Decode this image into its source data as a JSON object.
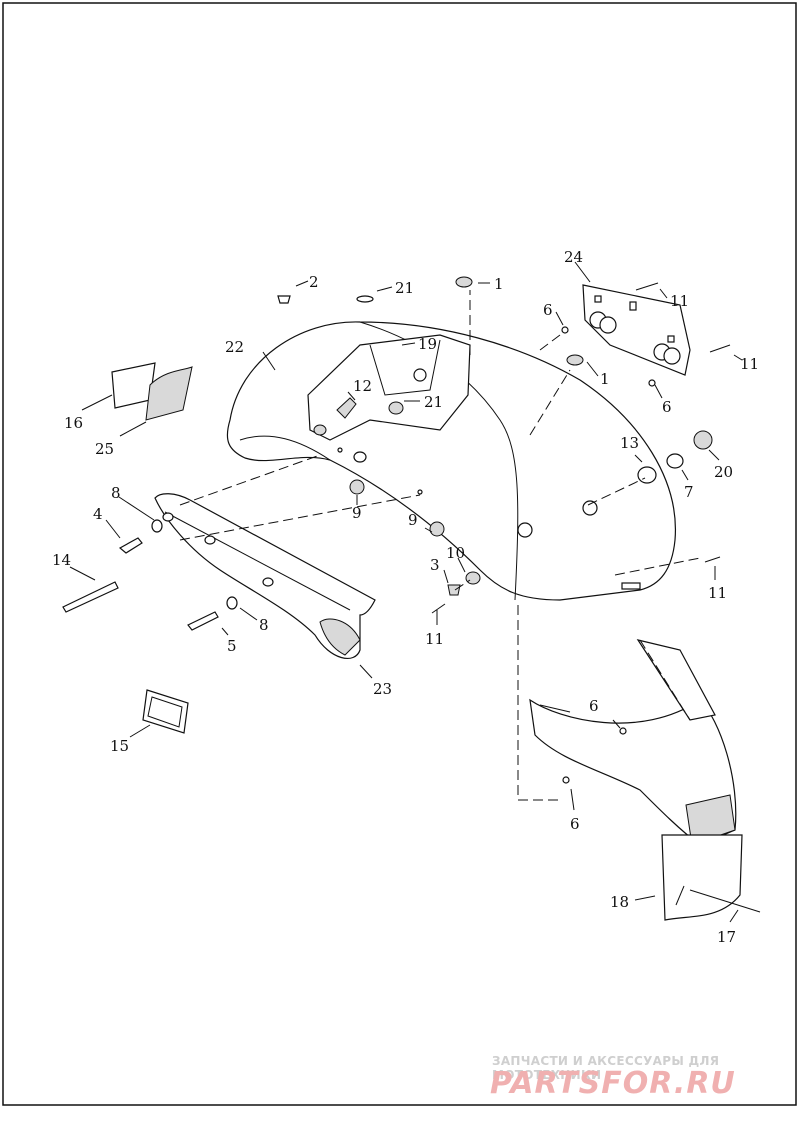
{
  "diagram": {
    "callouts": [
      {
        "id": "c1a",
        "text": "1"
      },
      {
        "id": "c1b",
        "text": "1"
      },
      {
        "id": "c2",
        "text": "2"
      },
      {
        "id": "c3",
        "text": "3"
      },
      {
        "id": "c4",
        "text": "4"
      },
      {
        "id": "c5",
        "text": "5"
      },
      {
        "id": "c6a",
        "text": "6"
      },
      {
        "id": "c6b",
        "text": "6"
      },
      {
        "id": "c6c",
        "text": "6"
      },
      {
        "id": "c6d",
        "text": "6"
      },
      {
        "id": "c7",
        "text": "7"
      },
      {
        "id": "c8a",
        "text": "8"
      },
      {
        "id": "c8b",
        "text": "8"
      },
      {
        "id": "c9a",
        "text": "9"
      },
      {
        "id": "c9b",
        "text": "9"
      },
      {
        "id": "c10",
        "text": "10"
      },
      {
        "id": "c11a",
        "text": "11"
      },
      {
        "id": "c11b",
        "text": "11"
      },
      {
        "id": "c11c",
        "text": "11"
      },
      {
        "id": "c11d",
        "text": "11"
      },
      {
        "id": "c12",
        "text": "12"
      },
      {
        "id": "c13",
        "text": "13"
      },
      {
        "id": "c14",
        "text": "14"
      },
      {
        "id": "c15",
        "text": "15"
      },
      {
        "id": "c16",
        "text": "16"
      },
      {
        "id": "c17",
        "text": "17"
      },
      {
        "id": "c18",
        "text": "18"
      },
      {
        "id": "c19",
        "text": "19"
      },
      {
        "id": "c20",
        "text": "20"
      },
      {
        "id": "c21a",
        "text": "21"
      },
      {
        "id": "c21b",
        "text": "21"
      },
      {
        "id": "c22",
        "text": "22"
      },
      {
        "id": "c23",
        "text": "23"
      },
      {
        "id": "c24",
        "text": "24"
      },
      {
        "id": "c25",
        "text": "25"
      }
    ]
  },
  "watermark": {
    "tagline": "ЗАПЧАСТИ И АКСЕССУАРЫ ДЛЯ МОТОТЕХНИКИ",
    "logo": "PARTSFOR.RU"
  }
}
